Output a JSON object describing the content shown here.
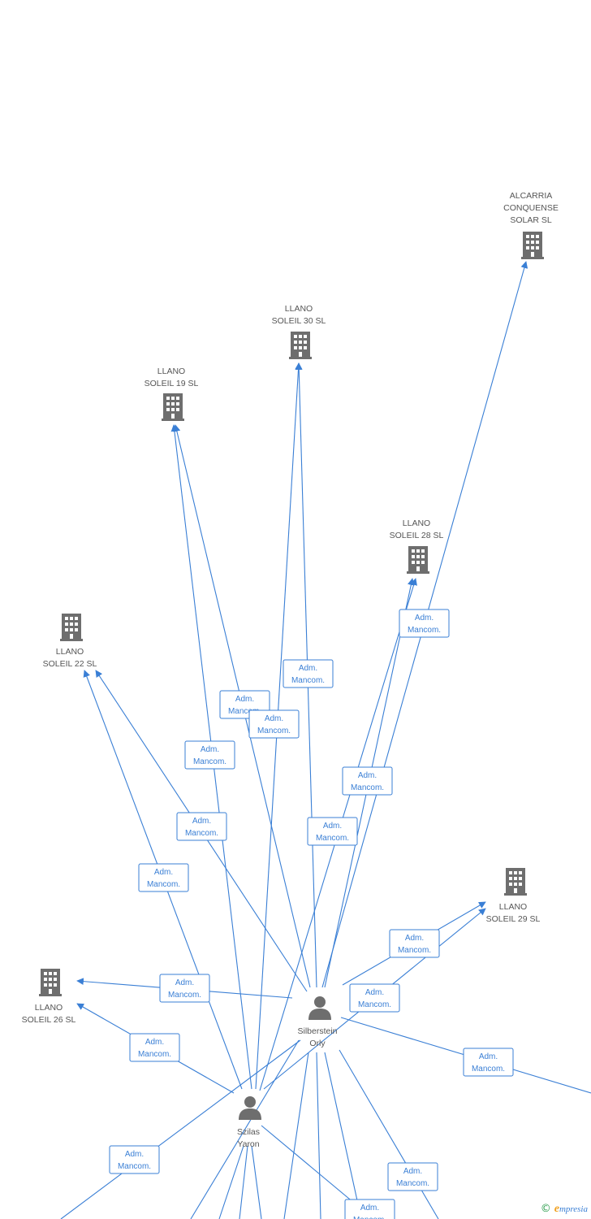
{
  "companies": [
    {
      "id": "alcarria",
      "label": [
        "ALCARRIA",
        "CONQUENSE",
        "SOLAR SL"
      ]
    },
    {
      "id": "soleil30",
      "label": [
        "LLANO",
        "SOLEIL 30 SL"
      ]
    },
    {
      "id": "soleil19",
      "label": [
        "LLANO",
        "SOLEIL 19 SL"
      ]
    },
    {
      "id": "soleil28",
      "label": [
        "LLANO",
        "SOLEIL 28 SL"
      ]
    },
    {
      "id": "soleil22",
      "label": [
        "LLANO",
        "SOLEIL 22 SL"
      ]
    },
    {
      "id": "soleil29",
      "label": [
        "LLANO",
        "SOLEIL 29 SL"
      ]
    },
    {
      "id": "soleil26",
      "label": [
        "LLANO",
        "SOLEIL 26 SL"
      ]
    }
  ],
  "persons": [
    {
      "id": "silberstein",
      "label": [
        "Silberstein",
        "Orly"
      ]
    },
    {
      "id": "szilas",
      "label": [
        "Szilas",
        "Yaron"
      ]
    }
  ],
  "role": [
    "Adm.",
    "Mancom."
  ],
  "brand": {
    "copyright": "©",
    "name_initial": "e",
    "name_rest": "mpresia"
  }
}
